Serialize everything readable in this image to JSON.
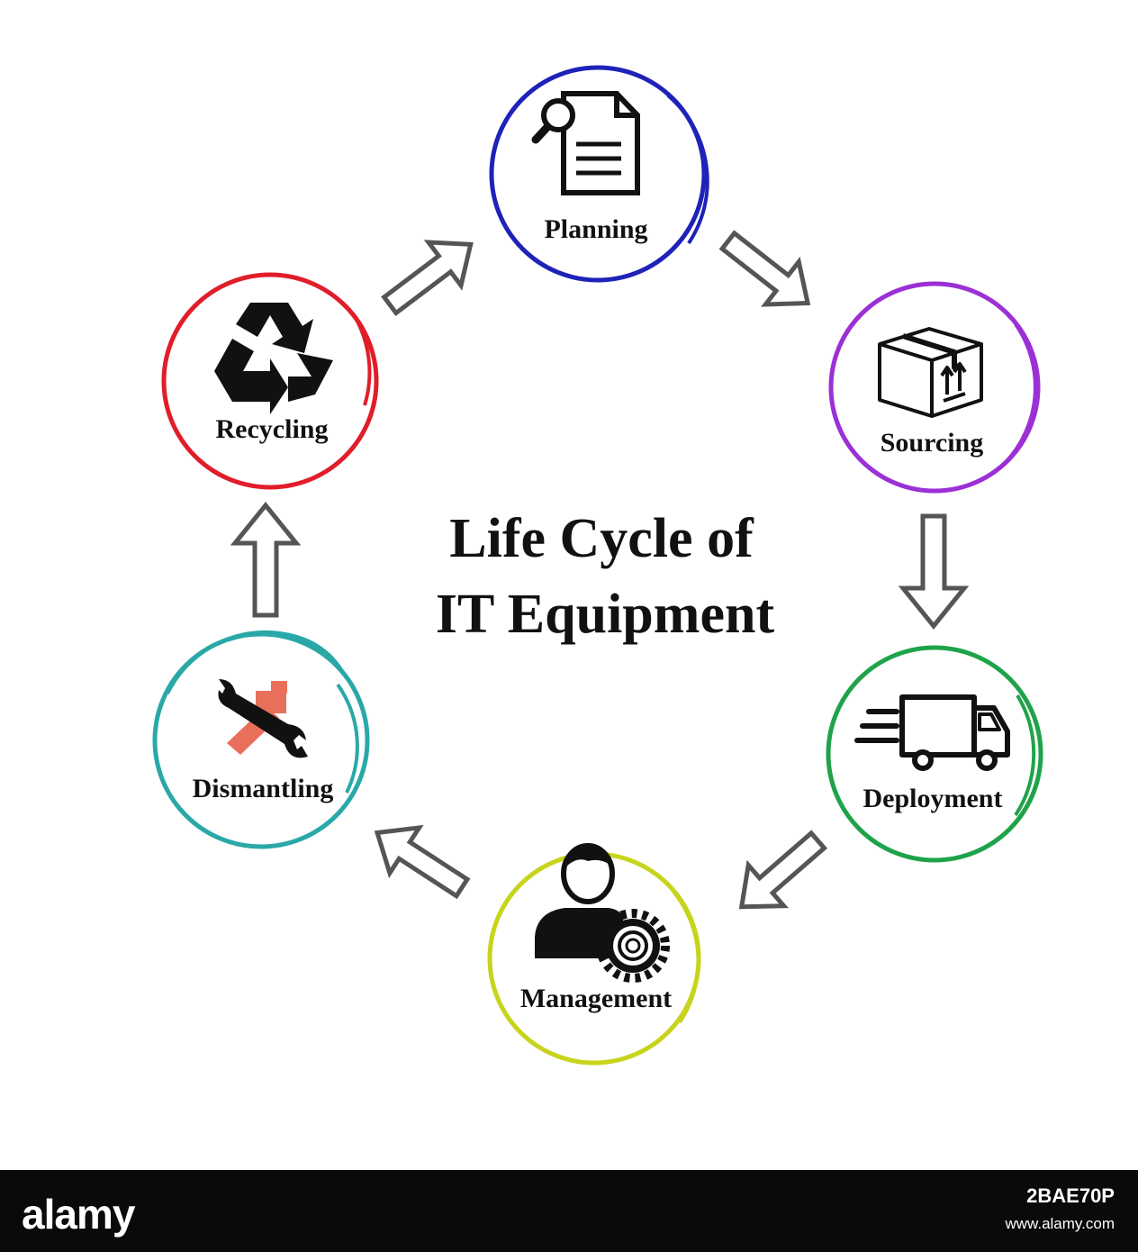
{
  "title": {
    "line1": "Life Cycle of",
    "line2": "IT Equipment"
  },
  "stages": [
    {
      "label": "Planning",
      "color": "#1f22b8",
      "icon": "document-search-icon"
    },
    {
      "label": "Sourcing",
      "color": "#9b30d6",
      "icon": "package-box-icon"
    },
    {
      "label": "Deployment",
      "color": "#1fa34a",
      "icon": "delivery-truck-icon"
    },
    {
      "label": "Management",
      "color": "#c8d41c",
      "icon": "user-gear-icon"
    },
    {
      "label": "Dismantling",
      "color": "#2aa8a8",
      "icon": "wrench-hammer-icon"
    },
    {
      "label": "Recycling",
      "color": "#e01e2a",
      "icon": "recycle-icon"
    }
  ],
  "arrow_color": "#555555",
  "icon_accent_color": "#e8705a",
  "footer": {
    "logo": "alamy",
    "image_id": "2BAE70P",
    "site": "www.alamy.com"
  }
}
